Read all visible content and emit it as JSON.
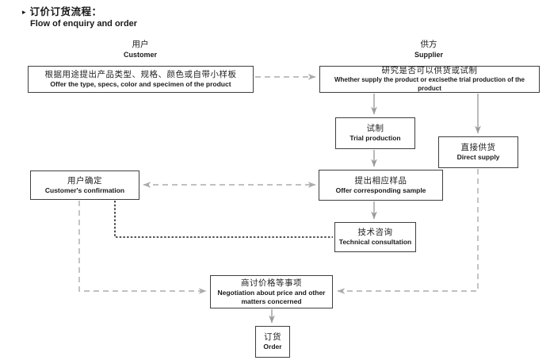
{
  "title": {
    "bullet": "▸",
    "zh": "订价订货流程：",
    "en": "Flow of enquiry and order"
  },
  "columns": {
    "customer": {
      "zh": "用户",
      "en": "Customer"
    },
    "supplier": {
      "zh": "供方",
      "en": "Supplier"
    }
  },
  "boxes": {
    "customer_request": {
      "zh": "根据用途提出产品类型、规格、颜色或自带小样板",
      "en": "Offer the type, specs, color and specimen of the product"
    },
    "supplier_study": {
      "zh": "研究是否可以供货或试制",
      "en": "Whether supply the product or excisethe trial production of the product"
    },
    "trial_production": {
      "zh": "试制",
      "en": "Trial production"
    },
    "direct_supply": {
      "zh": "直接供货",
      "en": "Direct supply"
    },
    "customer_confirmation": {
      "zh": "用户确定",
      "en": "Customer's confirmation"
    },
    "offer_sample": {
      "zh": "提出相应样品",
      "en": "Offer corresponding sample"
    },
    "technical_consultation": {
      "zh": "技术咨询",
      "en": "Technical consultation"
    },
    "negotiation": {
      "zh": "商讨价格等事项",
      "en": "Negotiation about price and other matters concerned"
    },
    "order": {
      "zh": "订货",
      "en": "Order"
    }
  },
  "colors": {
    "background": "#ffffff",
    "box_border": "#3f3f3f",
    "text": "#1a1a1a",
    "connector_solid": "#9c9c9c",
    "connector_dashed": "#ababab",
    "connector_dotted": "#1c1c1c"
  }
}
